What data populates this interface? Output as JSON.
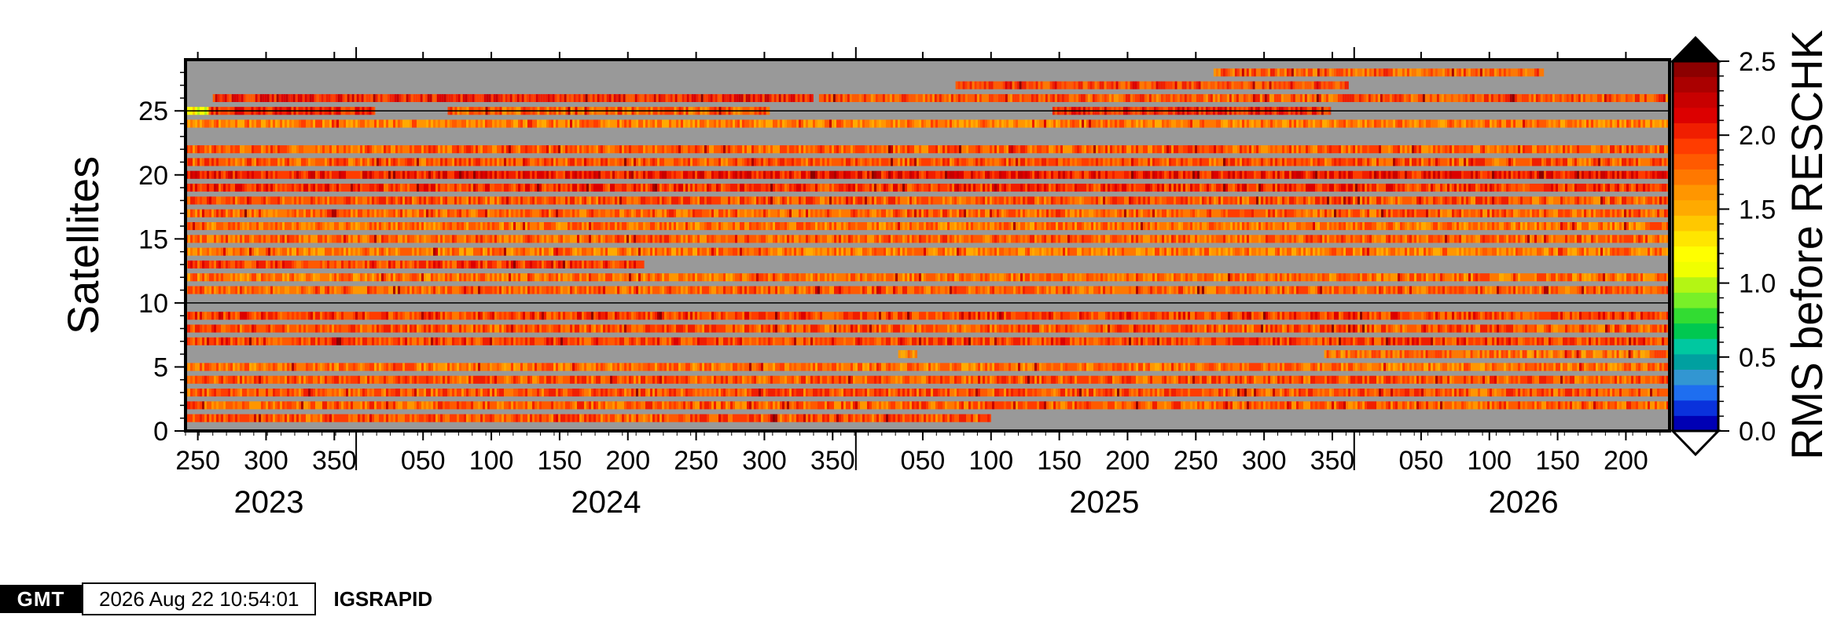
{
  "chart_data": {
    "type": "heatmap",
    "title": "",
    "ylabel": "Satellites",
    "colorbar_label": "RMS before RESCHK",
    "y_ticks": [
      "0",
      "5",
      "10",
      "15",
      "20",
      "25"
    ],
    "ylim": [
      0,
      29
    ],
    "x_start": "2023-08-29",
    "x_end": "2026-08-20",
    "x_tick_labels": [
      {
        "date": "2023-09-07",
        "label": "250"
      },
      {
        "date": "2023-10-27",
        "label": "300"
      },
      {
        "date": "2023-12-16",
        "label": "350"
      },
      {
        "date": "2024-02-19",
        "label": "050"
      },
      {
        "date": "2024-04-09",
        "label": "100"
      },
      {
        "date": "2024-05-29",
        "label": "150"
      },
      {
        "date": "2024-07-18",
        "label": "200"
      },
      {
        "date": "2024-09-06",
        "label": "250"
      },
      {
        "date": "2024-10-26",
        "label": "300"
      },
      {
        "date": "2024-12-15",
        "label": "350"
      },
      {
        "date": "2025-02-19",
        "label": "050"
      },
      {
        "date": "2025-04-10",
        "label": "100"
      },
      {
        "date": "2025-05-30",
        "label": "150"
      },
      {
        "date": "2025-07-19",
        "label": "200"
      },
      {
        "date": "2025-09-07",
        "label": "250"
      },
      {
        "date": "2025-10-27",
        "label": "300"
      },
      {
        "date": "2025-12-16",
        "label": "350"
      },
      {
        "date": "2026-02-19",
        "label": "050"
      },
      {
        "date": "2026-04-10",
        "label": "100"
      },
      {
        "date": "2026-05-30",
        "label": "150"
      },
      {
        "date": "2026-07-19",
        "label": "200"
      }
    ],
    "year_labels": [
      {
        "date": "2023-10-29",
        "label": "2023"
      },
      {
        "date": "2024-07-02",
        "label": "2024"
      },
      {
        "date": "2025-07-02",
        "label": "2025"
      },
      {
        "date": "2026-05-05",
        "label": "2026"
      }
    ],
    "year_boundaries": [
      "2024-01-01",
      "2025-01-01",
      "2026-01-01"
    ],
    "colorbar": {
      "min": 0.0,
      "max": 2.5,
      "ticks": [
        "0.0",
        "0.5",
        "1.0",
        "1.5",
        "2.0",
        "2.5"
      ],
      "colors": [
        "#0000b4",
        "#0a32dc",
        "#1e6ef0",
        "#3296d2",
        "#00a0a0",
        "#00c8a0",
        "#00c850",
        "#32dc32",
        "#78f028",
        "#b4f514",
        "#f0ff00",
        "#ffff00",
        "#ffe600",
        "#ffc800",
        "#ffaa00",
        "#ff9600",
        "#ff7800",
        "#ff5a00",
        "#ff3c00",
        "#f01e00",
        "#dc0000",
        "#c80000",
        "#aa0000",
        "#8c0000"
      ],
      "below_color": "#ffffff",
      "above_color": "#000000",
      "nodata_color": "#999999"
    },
    "satellites": [
      {
        "id": 1,
        "segments": [
          {
            "start": "2023-08-29",
            "end": "2025-04-10",
            "mean": 1.85
          }
        ]
      },
      {
        "id": 2,
        "segments": [
          {
            "start": "2023-08-29",
            "end": "2026-08-20",
            "mean": 1.8
          }
        ]
      },
      {
        "id": 3,
        "segments": [
          {
            "start": "2023-08-29",
            "end": "2026-08-20",
            "mean": 1.85
          }
        ]
      },
      {
        "id": 4,
        "segments": [
          {
            "start": "2023-08-29",
            "end": "2026-08-20",
            "mean": 1.85
          }
        ]
      },
      {
        "id": 5,
        "segments": [
          {
            "start": "2023-08-29",
            "end": "2026-08-20",
            "mean": 1.75
          }
        ]
      },
      {
        "id": 6,
        "segments": [
          {
            "start": "2025-02-01",
            "end": "2025-02-15",
            "mean": 1.6
          },
          {
            "start": "2025-12-10",
            "end": "2026-08-20",
            "mean": 1.75
          }
        ]
      },
      {
        "id": 7,
        "segments": [
          {
            "start": "2023-08-29",
            "end": "2026-08-20",
            "mean": 1.9
          }
        ]
      },
      {
        "id": 8,
        "segments": [
          {
            "start": "2023-08-29",
            "end": "2026-08-20",
            "mean": 1.85
          }
        ]
      },
      {
        "id": 9,
        "segments": [
          {
            "start": "2023-08-29",
            "end": "2026-08-20",
            "mean": 1.9
          }
        ]
      },
      {
        "id": 11,
        "segments": [
          {
            "start": "2023-08-29",
            "end": "2026-08-20",
            "mean": 1.8
          }
        ]
      },
      {
        "id": 12,
        "segments": [
          {
            "start": "2023-08-29",
            "end": "2026-08-20",
            "mean": 1.75
          }
        ]
      },
      {
        "id": 13,
        "segments": [
          {
            "start": "2023-08-29",
            "end": "2024-07-30",
            "mean": 1.9
          }
        ]
      },
      {
        "id": 14,
        "segments": [
          {
            "start": "2023-08-29",
            "end": "2026-08-20",
            "mean": 1.7
          }
        ]
      },
      {
        "id": 15,
        "segments": [
          {
            "start": "2023-08-29",
            "end": "2026-08-20",
            "mean": 1.8
          }
        ]
      },
      {
        "id": 16,
        "segments": [
          {
            "start": "2023-08-29",
            "end": "2026-08-20",
            "mean": 1.75
          }
        ]
      },
      {
        "id": 17,
        "segments": [
          {
            "start": "2023-08-29",
            "end": "2026-08-20",
            "mean": 1.8
          }
        ]
      },
      {
        "id": 18,
        "segments": [
          {
            "start": "2023-08-29",
            "end": "2026-08-20",
            "mean": 1.85
          }
        ]
      },
      {
        "id": 19,
        "segments": [
          {
            "start": "2023-08-29",
            "end": "2026-08-20",
            "mean": 1.95
          }
        ]
      },
      {
        "id": 20,
        "segments": [
          {
            "start": "2023-08-29",
            "end": "2026-08-20",
            "mean": 2.05
          }
        ]
      },
      {
        "id": 21,
        "segments": [
          {
            "start": "2023-08-29",
            "end": "2026-08-20",
            "mean": 1.85
          }
        ]
      },
      {
        "id": 22,
        "segments": [
          {
            "start": "2023-08-29",
            "end": "2026-08-20",
            "mean": 1.8
          }
        ]
      },
      {
        "id": 24,
        "segments": [
          {
            "start": "2023-08-29",
            "end": "2026-08-20",
            "mean": 1.7
          }
        ]
      },
      {
        "id": 25,
        "segments": [
          {
            "start": "2023-08-29",
            "end": "2023-09-15",
            "mean": 1.2
          },
          {
            "start": "2023-09-15",
            "end": "2024-01-15",
            "mean": 2.0
          },
          {
            "start": "2024-03-08",
            "end": "2024-10-30",
            "mean": 1.8
          },
          {
            "start": "2025-05-25",
            "end": "2025-12-15",
            "mean": 2.0
          }
        ]
      },
      {
        "id": 26,
        "segments": [
          {
            "start": "2023-09-18",
            "end": "2024-12-01",
            "mean": 2.0
          },
          {
            "start": "2024-12-05",
            "end": "2026-08-20",
            "mean": 1.85
          }
        ]
      },
      {
        "id": 27,
        "segments": [
          {
            "start": "2025-03-15",
            "end": "2025-12-28",
            "mean": 1.9
          }
        ]
      },
      {
        "id": 28,
        "segments": [
          {
            "start": "2025-09-20",
            "end": "2026-05-20",
            "mean": 1.8
          }
        ]
      }
    ]
  },
  "footer": {
    "logo_text": "GMT",
    "timestamp": "2026 Aug 22 10:54:01",
    "label": "IGSRAPID"
  }
}
